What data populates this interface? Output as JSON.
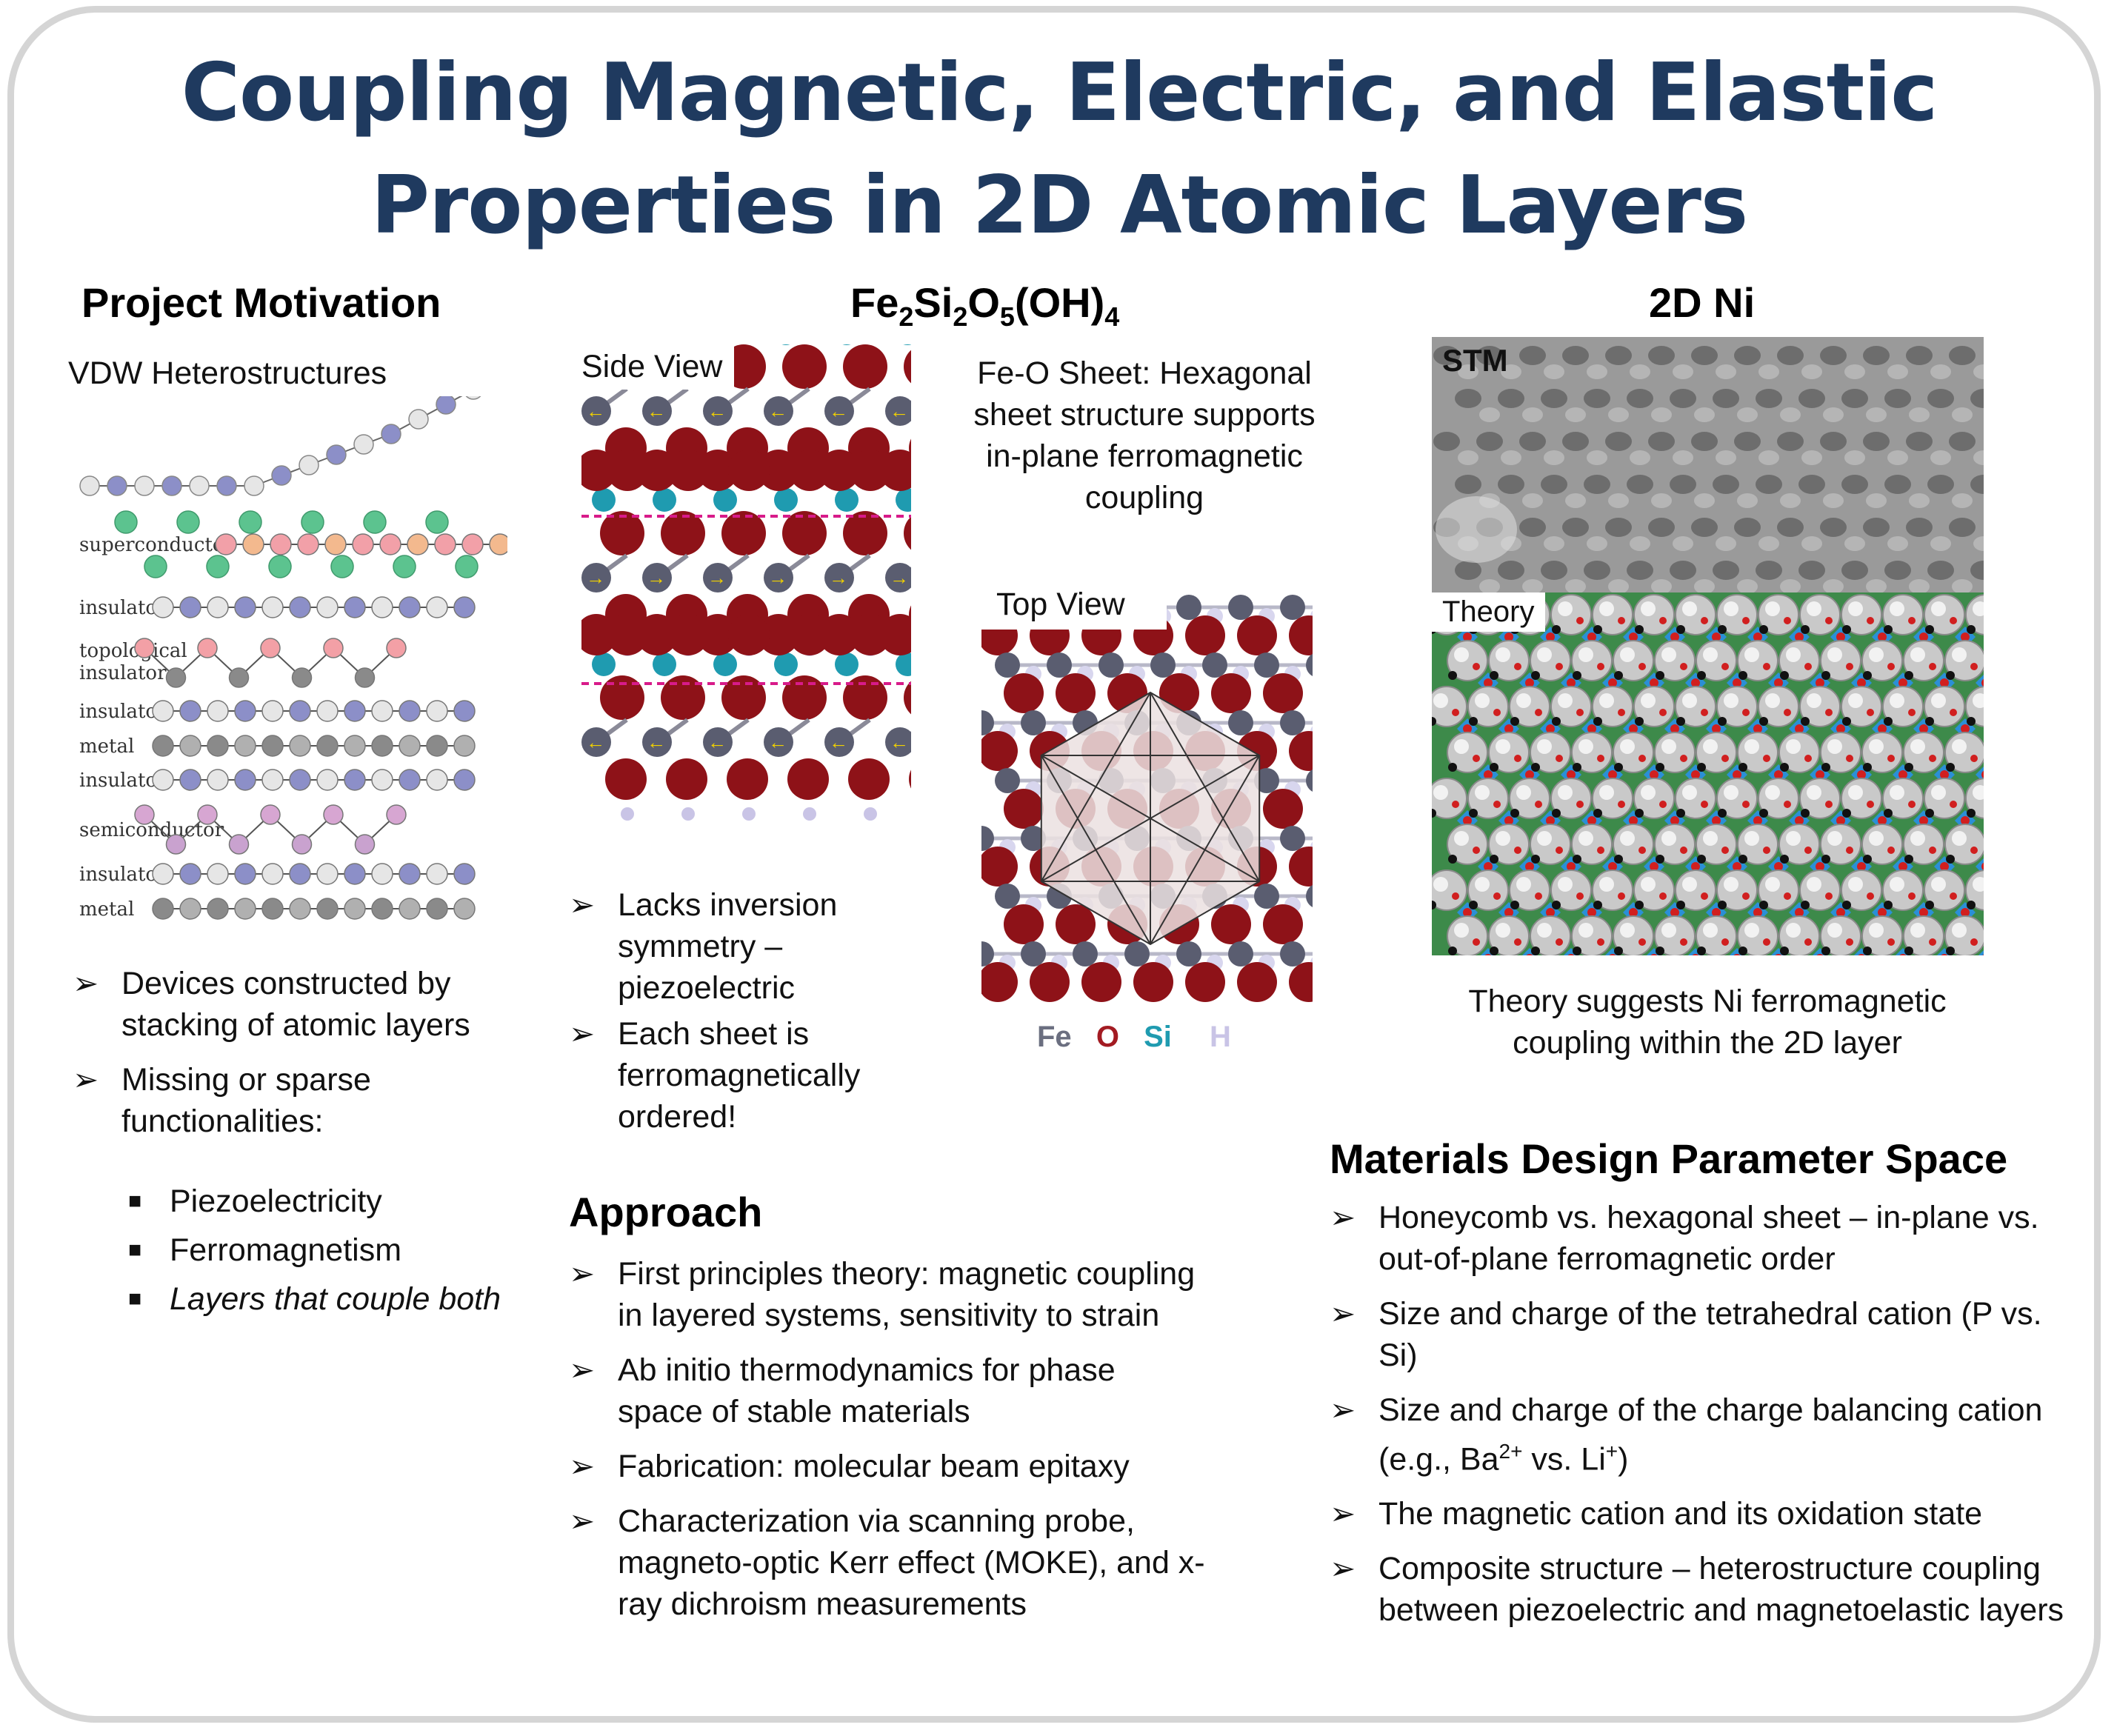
{
  "title": "Coupling Magnetic, Electric, and Elastic Properties in 2D Atomic Layers",
  "motivation": {
    "heading": "Project Motivation",
    "subheading": "VDW Heterostructures",
    "layer_labels": [
      "superconductor",
      "insulator",
      "topological insulator",
      "insulator",
      "metal",
      "insulator",
      "semiconductor",
      "insulator",
      "metal"
    ],
    "bullets": [
      "Devices constructed by stacking of atomic layers",
      "Missing or sparse functionalities:"
    ],
    "sub_bullets": [
      "Piezoelectricity",
      "Ferromagnetism",
      "Layers that couple both"
    ]
  },
  "compound": {
    "heading": "Fe2Si2O5(OH)4",
    "side_view_label": "Side View",
    "top_view_label": "Top View",
    "feo_text": "Fe-O Sheet: Hexagonal sheet structure supports in-plane ferromagnetic coupling",
    "bullets": [
      "Lacks inversion symmetry – piezoelectric",
      "Each sheet is ferromagnetically ordered!"
    ],
    "legend": [
      {
        "label": "Fe",
        "color": "#6b6f80"
      },
      {
        "label": "O",
        "color": "#a31b22"
      },
      {
        "label": "Si",
        "color": "#1f9bb0"
      },
      {
        "label": "H",
        "color": "#c9c4e6"
      }
    ]
  },
  "approach": {
    "heading": "Approach",
    "bullets": [
      "First principles theory: magnetic coupling in layered systems, sensitivity to strain",
      "Ab initio thermodynamics for phase space of stable materials",
      "Fabrication: molecular beam epitaxy",
      "Characterization via scanning probe, magneto-optic Kerr effect (MOKE), and x-ray dichroism measurements"
    ]
  },
  "ni": {
    "heading": "2D Ni",
    "stm_label": "STM",
    "theory_label": "Theory",
    "caption": "Theory suggests Ni ferromagnetic coupling within the 2D layer"
  },
  "design": {
    "heading": "Materials Design Parameter Space",
    "bullets": [
      "Honeycomb vs. hexagonal sheet – in-plane vs. out-of-plane ferromagnetic order",
      "Size and charge of the tetrahedral cation (P vs. Si)",
      "The magnetic cation and its oxidation state",
      "Composite structure – heterostructure coupling between piezoelectric and magnetoelastic layers"
    ],
    "bullet3_parts": [
      "Size and charge of the charge balancing cation (e.g., Ba",
      "2+",
      " vs. Li",
      "+",
      ")"
    ]
  }
}
